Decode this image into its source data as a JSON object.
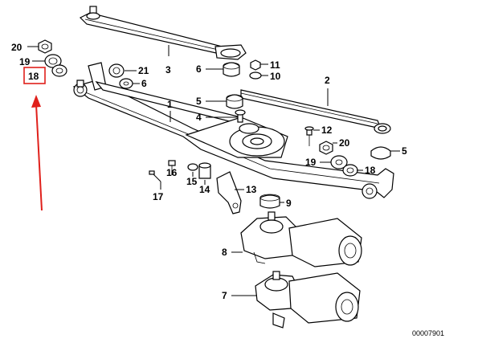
{
  "diagram": {
    "callouts": {
      "c1": "1",
      "c2": "2",
      "c3": "3",
      "c4": "4",
      "c5a": "5",
      "c5b": "5",
      "c6a": "6",
      "c6b": "6",
      "c7": "7",
      "c8": "8",
      "c9": "9",
      "c10": "10",
      "c11": "11",
      "c12": "12",
      "c13": "13",
      "c14": "14",
      "c15": "15",
      "c16": "16",
      "c17": "17",
      "c18a": "18",
      "c18b": "18",
      "c19a": "19",
      "c19b": "19",
      "c20a": "20",
      "c20b": "20",
      "c21": "21"
    },
    "part_number": "00007901",
    "highlight_color": "#e0201b"
  }
}
